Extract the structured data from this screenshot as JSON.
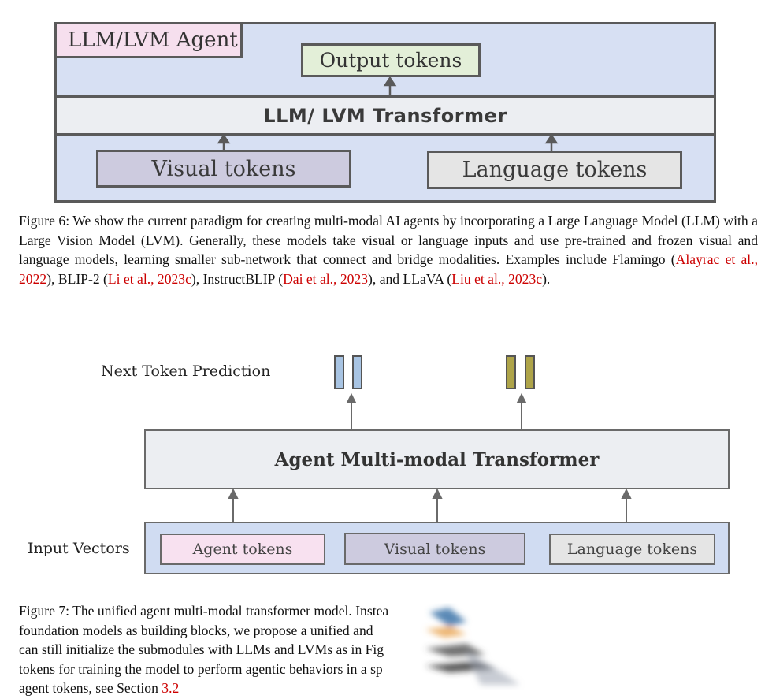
{
  "figure6": {
    "agent_label": "LLM/LVM Agent",
    "output_tokens": "Output tokens",
    "transformer": "LLM/ LVM Transformer",
    "visual_tokens": "Visual tokens",
    "language_tokens": "Language tokens",
    "caption": {
      "t1": "Figure 6: We show the current paradigm for creating multi-modal AI agents by incorporating a Large Language Model (LLM) with a Large Vision Model (LVM). Generally, these models take visual or language inputs and use pre-trained and frozen visual and language models, learning smaller sub-network that connect and bridge modalities. Examples include Flamingo (",
      "c1": "Alayrac et al., 2022",
      "t2": "), BLIP-2 (",
      "c2": "Li et al., 2023c",
      "t3": "), InstructBLIP (",
      "c3": "Dai et al., 2023",
      "t4": "), and LLaVA (",
      "c4": "Liu et al., 2023c",
      "t5": ")."
    }
  },
  "figure7": {
    "next_token_label": "Next Token Prediction",
    "transformer": "Agent Multi-modal Transformer",
    "input_vectors_label": "Input Vectors",
    "agent_tokens": "Agent tokens",
    "visual_tokens": "Visual tokens",
    "language_tokens": "Language tokens",
    "caption": {
      "line1": "Figure 7: The unified agent multi-modal transformer model. Instea",
      "line2": "foundation models as building blocks, we propose a unified and",
      "line3": "can still initialize the submodules with LLMs and LVMs as in Fig",
      "line4": "tokens for training the model to perform agentic behaviors in a sp",
      "line5_text": "agent tokens, see Section ",
      "line5_ref": "3.2"
    }
  },
  "colors": {
    "citation": "#cc0000",
    "fig6_background": "#d7e0f3",
    "agent_box": "#f6dfee",
    "output_box": "#e3efd8",
    "visual_box": "#cdcbdf",
    "language_box": "#e5e5e5",
    "token_blue": "#a8c4e3",
    "token_olive": "#aea449"
  }
}
